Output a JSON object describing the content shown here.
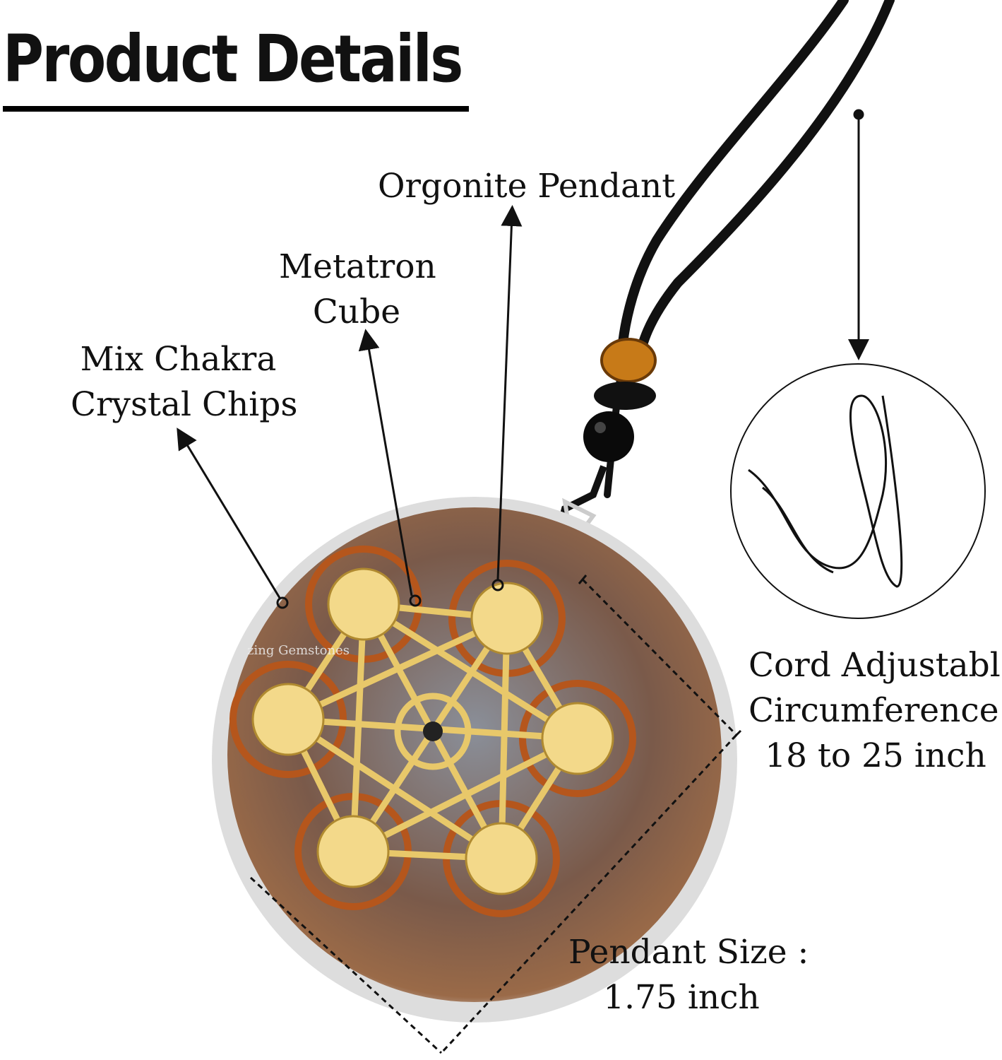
{
  "header": {
    "title": "Product Details"
  },
  "labels": {
    "orgonite": "Orgonite Pendant",
    "metatron_line1": "Metatron",
    "metatron_line2": "Cube",
    "chakra_line1": "Mix Chakra",
    "chakra_line2": "Crystal Chips",
    "cord_line1": "Cord Adjustable",
    "cord_line2": "Circumference :",
    "cord_line3": "18 to 25 inch",
    "size_line1": "Pendant Size :",
    "size_line2": "1.75 inch"
  },
  "watermark": "zing Gemstones",
  "colors": {
    "gold": "#e8c86a",
    "copper": "#b5561c",
    "cord": "#111111",
    "knot": "#c77a18"
  }
}
